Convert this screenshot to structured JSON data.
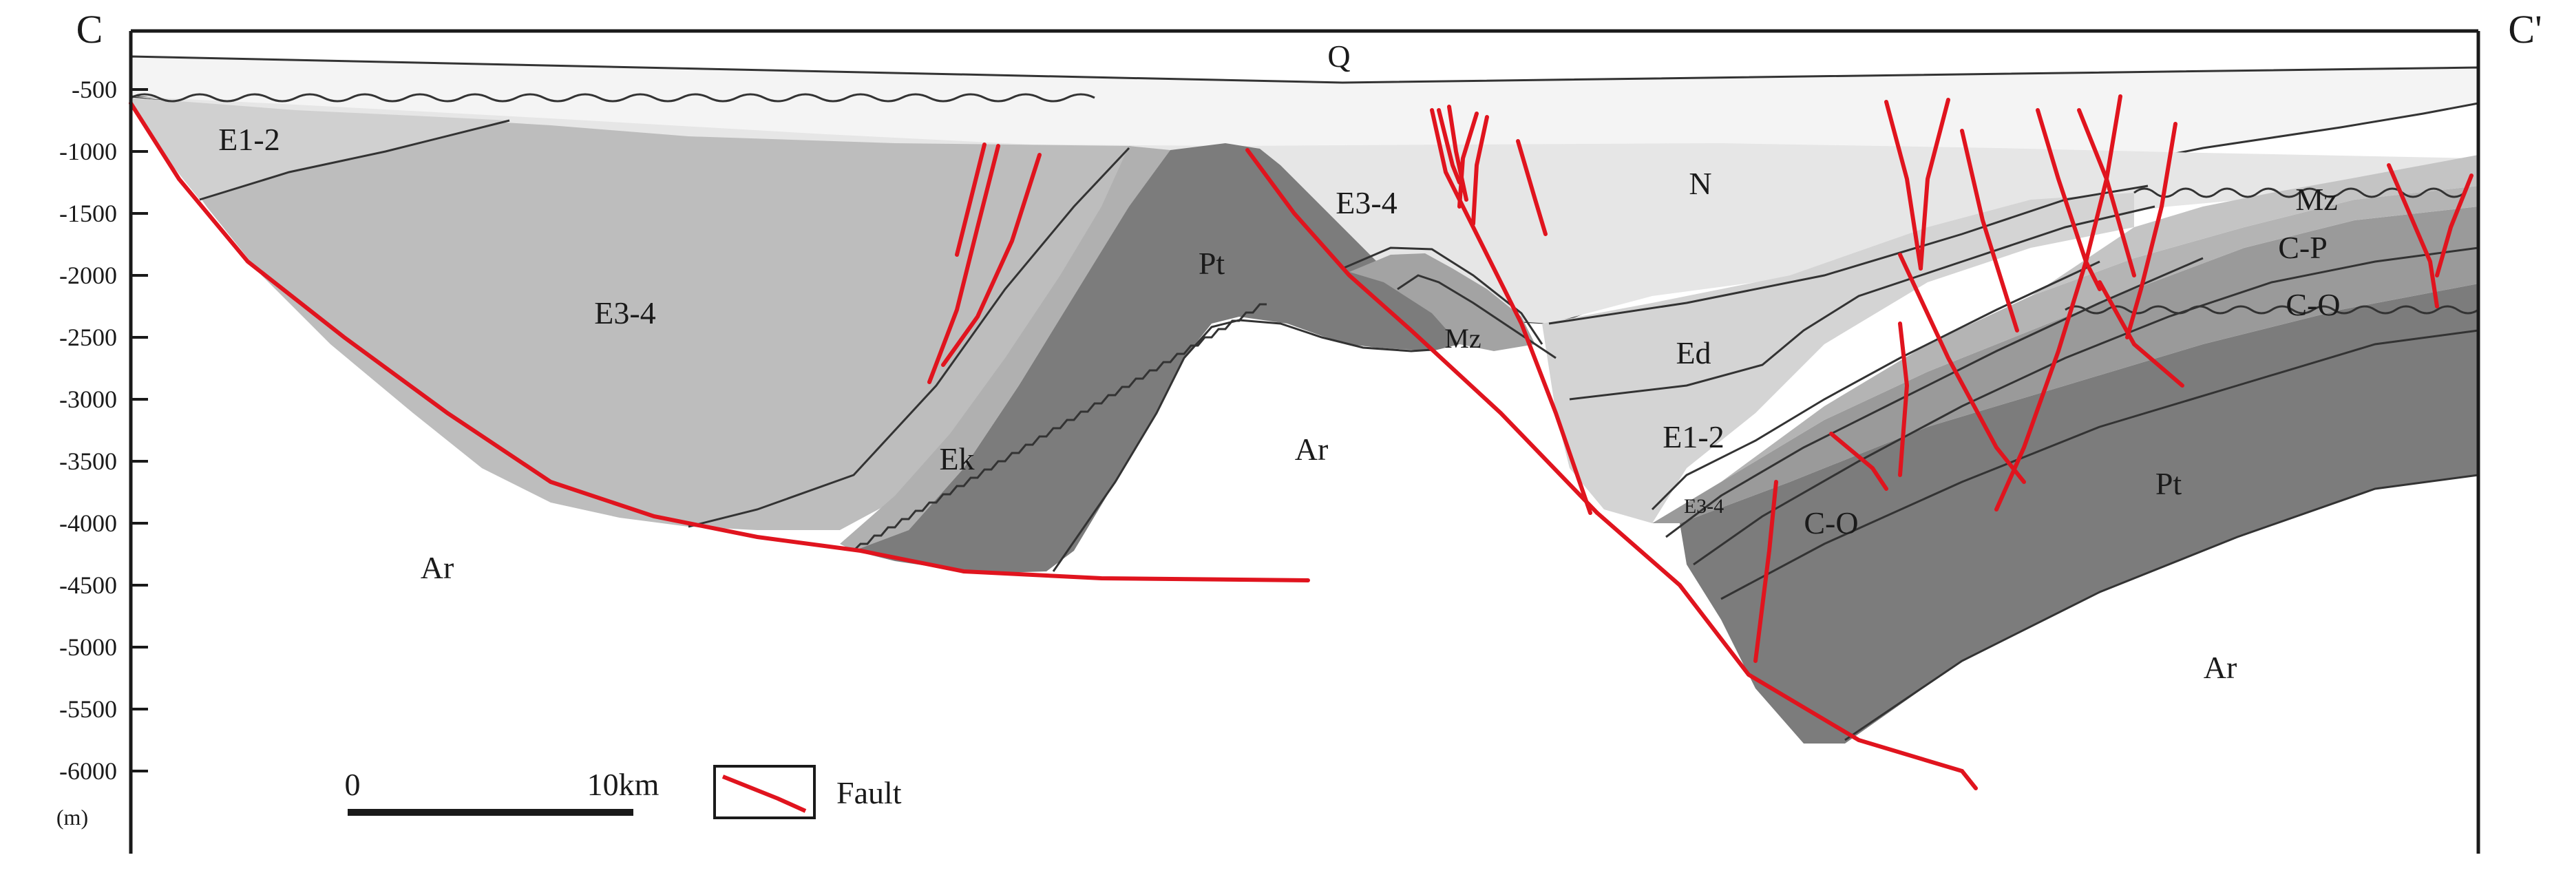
{
  "section": {
    "left_end": "C",
    "right_end": "C'",
    "depth_unit": "(m)",
    "depth_ticks": [
      "-500",
      "-1000",
      "-1500",
      "-2000",
      "-2500",
      "-3000",
      "-3500",
      "-4000",
      "-4500",
      "-5000",
      "-5500",
      "-6000"
    ]
  },
  "strata_labels": {
    "q": "Q",
    "n": "N",
    "e12_left": "E1-2",
    "e34_left": "E3-4",
    "ek": "Ek",
    "pt_center": "Pt",
    "ar_center": "Ar",
    "ar_left": "Ar",
    "e34_center": "E3-4",
    "mz_center": "Mz",
    "ed": "Ed",
    "e12_right": "E1-2",
    "e34_small": "E3-4",
    "co_center": "C-O",
    "pt_right": "Pt",
    "ar_right": "Ar",
    "mz_right": "Mz",
    "cp": "C-P",
    "co_right": "C-O"
  },
  "scale_bar": {
    "start_label": "0",
    "end_label": "10km"
  },
  "legend": {
    "fault_label": "Fault"
  },
  "colors": {
    "fault": "#e0141e",
    "quaternary": "#f4f4f4",
    "neogene": "#e6e6e6",
    "paleogene_light": "#d4d4d4",
    "paleogene_mid": "#bdbdbd",
    "pre_cenozoic": "#7c7c7c",
    "mz_band": "#a3a3a3",
    "archean": "#ffffff",
    "line": "#333333"
  }
}
